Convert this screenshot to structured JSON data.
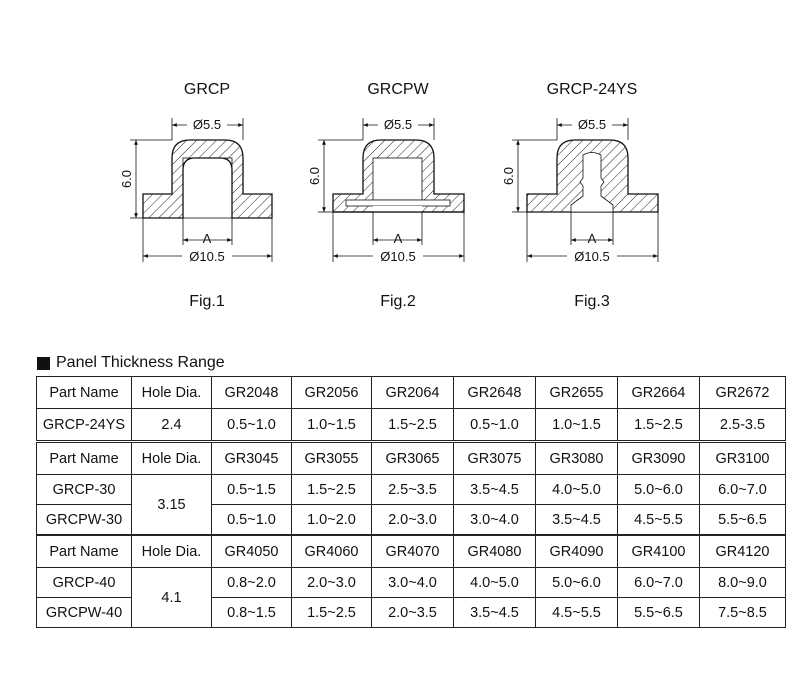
{
  "figures": [
    {
      "title": "GRCP",
      "dia_top": "Ø5.5",
      "height": "6.0",
      "hole": "A",
      "dia_base": "Ø10.5",
      "caption": "Fig.1"
    },
    {
      "title": "GRCPW",
      "dia_top": "Ø5.5",
      "height": "6.0",
      "hole": "A",
      "dia_base": "Ø10.5",
      "caption": "Fig.2"
    },
    {
      "title": "GRCP-24YS",
      "dia_top": "Ø5.5",
      "height": "6.0",
      "hole": "A",
      "dia_base": "Ø10.5",
      "caption": "Fig.3"
    }
  ],
  "section_title": "Panel Thickness Range",
  "tables": [
    {
      "header": [
        "Part Name",
        "Hole Dia.",
        "GR2048",
        "GR2056",
        "GR2064",
        "GR2648",
        "GR2655",
        "GR2664",
        "GR2672"
      ],
      "hole_dia": "2.4",
      "rows": [
        {
          "part": "GRCP-24YS",
          "values": [
            "0.5~1.0",
            "1.0~1.5",
            "1.5~2.5",
            "0.5~1.0",
            "1.0~1.5",
            "1.5~2.5",
            "2.5-3.5"
          ]
        }
      ]
    },
    {
      "header": [
        "Part Name",
        "Hole Dia.",
        "GR3045",
        "GR3055",
        "GR3065",
        "GR3075",
        "GR3080",
        "GR3090",
        "GR3100"
      ],
      "hole_dia": "3.15",
      "rows": [
        {
          "part": "GRCP-30",
          "values": [
            "0.5~1.5",
            "1.5~2.5",
            "2.5~3.5",
            "3.5~4.5",
            "4.0~5.0",
            "5.0~6.0",
            "6.0~7.0"
          ]
        },
        {
          "part": "GRCPW-30",
          "values": [
            "0.5~1.0",
            "1.0~2.0",
            "2.0~3.0",
            "3.0~4.0",
            "3.5~4.5",
            "4.5~5.5",
            "5.5~6.5"
          ]
        }
      ]
    },
    {
      "header": [
        "Part Name",
        "Hole Dia.",
        "GR4050",
        "GR4060",
        "GR4070",
        "GR4080",
        "GR4090",
        "GR4100",
        "GR4120"
      ],
      "hole_dia": "4.1",
      "rows": [
        {
          "part": "GRCP-40",
          "values": [
            "0.8~2.0",
            "2.0~3.0",
            "3.0~4.0",
            "4.0~5.0",
            "5.0~6.0",
            "6.0~7.0",
            "8.0~9.0"
          ]
        },
        {
          "part": "GRCPW-40",
          "values": [
            "0.8~1.5",
            "1.5~2.5",
            "2.0~3.5",
            "3.5~4.5",
            "4.5~5.5",
            "5.5~6.5",
            "7.5~8.5"
          ]
        }
      ]
    }
  ]
}
